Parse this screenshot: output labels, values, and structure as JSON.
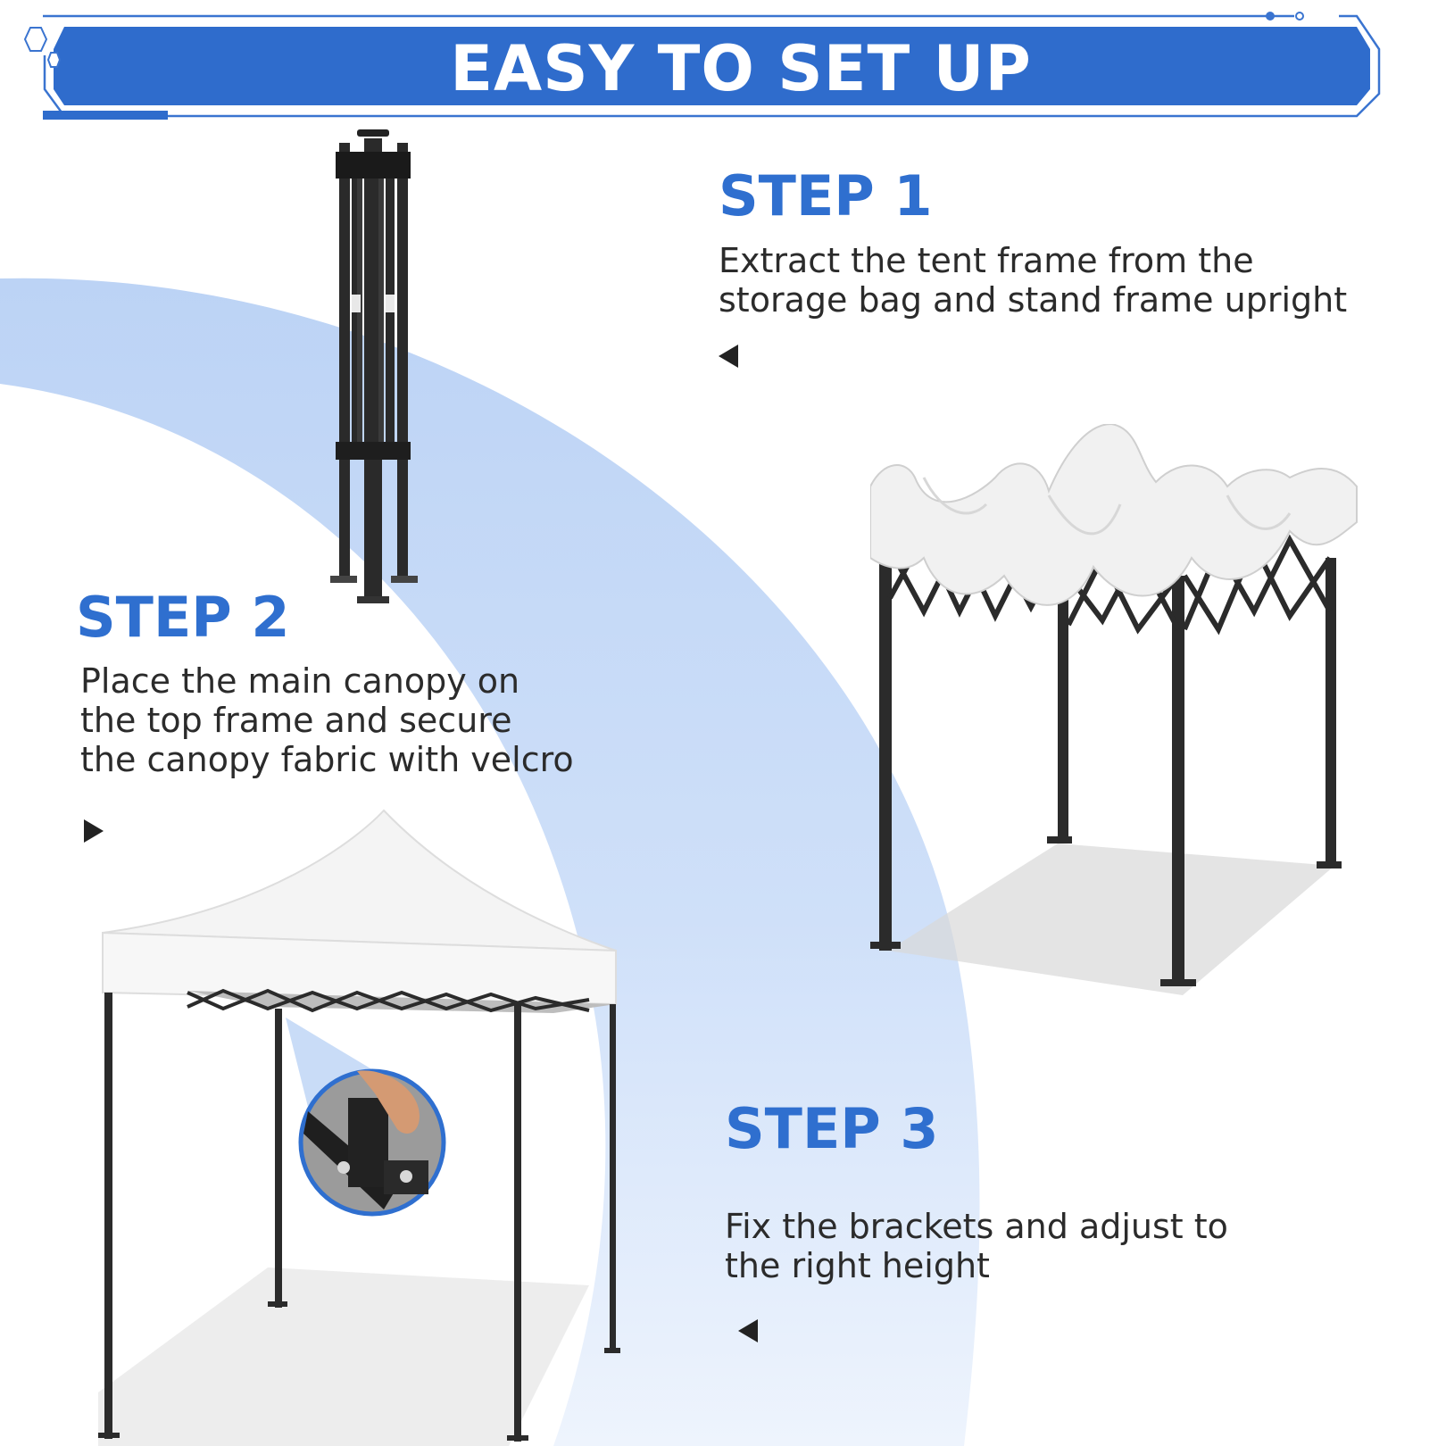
{
  "banner": {
    "title": "EASY TO SET UP",
    "colors": {
      "fill": "#2f6ccc",
      "outline": "#3a74d0"
    }
  },
  "steps": [
    {
      "heading": "STEP 1",
      "description": "Extract the tent frame from the\nstorage bag and stand frame upright",
      "arrow": "arrow-left-icon",
      "illustration": "folded-tent-frame"
    },
    {
      "heading": "STEP 2",
      "description": "Place the main canopy on\nthe top frame and secure\nthe canopy fabric with velcro",
      "arrow": "arrow-right-icon",
      "illustration": "frame-with-draped-canopy"
    },
    {
      "heading": "STEP 3",
      "description": "Fix the brackets and adjust to\nthe right height",
      "arrow": "arrow-left-icon",
      "illustration": "assembled-canopy-tent-with-bracket-closeup"
    }
  ],
  "colors": {
    "heading": "#2f6fcf",
    "body_text": "#2b2b2b",
    "arc": "#c6d9f6",
    "white": "#ffffff"
  }
}
